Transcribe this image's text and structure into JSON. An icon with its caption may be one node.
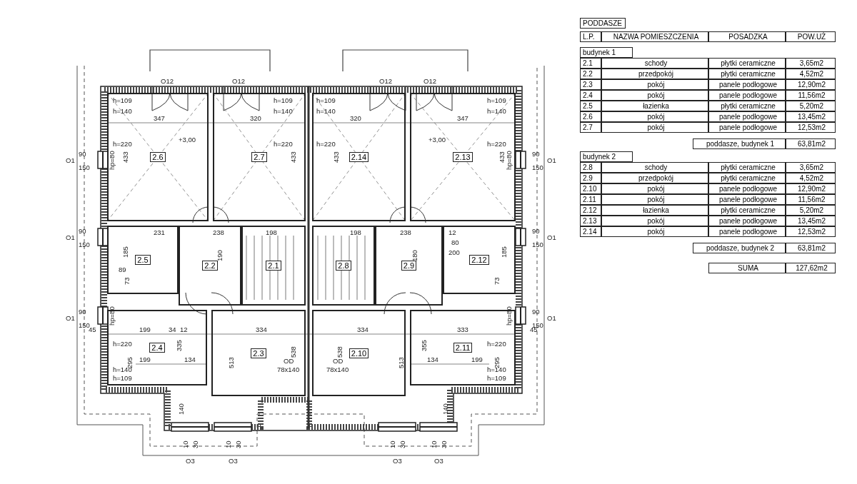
{
  "diagram": {
    "nodes": [
      {
        "text": [
          "2.6"
        ]
      },
      {
        "text": [
          "2.7"
        ]
      },
      {
        "text": [
          "2.14"
        ]
      },
      {
        "text": [
          "2.13"
        ]
      },
      {
        "text": [
          "2.5"
        ]
      },
      {
        "text": [
          "2.2"
        ]
      },
      {
        "text": [
          "2.1"
        ]
      },
      {
        "text": [
          "2.8"
        ]
      },
      {
        "text": [
          "2.9"
        ]
      },
      {
        "text": [
          "2.12"
        ]
      },
      {
        "text": [
          "2.4"
        ]
      },
      {
        "text": [
          "2.3"
        ]
      },
      {
        "text": [
          "2.10"
        ]
      },
      {
        "text": [
          "2.11"
        ]
      }
    ],
    "edges": [],
    "labels": [
      "O12",
      "O12",
      "O12",
      "O12",
      "h=109",
      "h=140",
      "347",
      "h=220",
      "+3,00",
      "433",
      "h=109",
      "h=140",
      "320",
      "h=220",
      "433",
      "h=109",
      "h=140",
      "320",
      "h=220",
      "433",
      "h=109",
      "h=140",
      "347",
      "+3,00",
      "h=220",
      "433",
      "O1",
      "90",
      "150",
      "hp=80",
      "O1",
      "90",
      "150",
      "hp=80",
      "O1",
      "90",
      "150",
      "O1",
      "90",
      "150",
      "231",
      "238",
      "198",
      "185",
      "190",
      "89",
      "73",
      "198",
      "238",
      "180",
      "12",
      "80",
      "200",
      "185",
      "73",
      "O1",
      "90",
      "150",
      "hp=80",
      "O1",
      "90",
      "150",
      "hp=80",
      "45",
      "199",
      "34",
      "12",
      "334",
      "334",
      "333",
      "45",
      "h=220",
      "h=220",
      "335",
      "513",
      "538",
      "538",
      "513",
      "355",
      "295",
      "295",
      "199",
      "134",
      "134",
      "199",
      "h=140",
      "h=140",
      "h=109",
      "h=109",
      "OD",
      "78x140",
      "OD",
      "78x140",
      "140",
      "140",
      "10",
      "30",
      "O3",
      "10",
      "30",
      "O3",
      "10",
      "30",
      "O3",
      "10",
      "30",
      "O3",
      "PODDASZE",
      "L.P.",
      "NAZWA POMIESZCZENIA",
      "POSADZKA",
      "POW.UŻ",
      "budynek 1",
      "2.1",
      "schody",
      "płytki ceramiczne",
      "3,65m2",
      "2.2",
      "przedpokój",
      "płytki ceramiczne",
      "4,52m2",
      "2.3",
      "pokój",
      "panele podłogowe",
      "12,90m2",
      "2.4",
      "pokój",
      "panele podłogowe",
      "11,56m2",
      "2.5",
      "łazienka",
      "płytki ceramiczne",
      "5,20m2",
      "2.6",
      "pokój",
      "panele podłogowe",
      "13,45m2",
      "2.7",
      "pokój",
      "panele podłogowe",
      "12,53m2",
      "poddasze, budynek 1",
      "63,81m2",
      "budynek 2",
      "2.8",
      "schody",
      "płytki ceramiczne",
      "3,65m2",
      "2.9",
      "przedpokój",
      "płytki ceramiczne",
      "4,52m2",
      "2.10",
      "pokój",
      "panele podłogowe",
      "12,90m2",
      "2.11",
      "pokój",
      "panele podłogowe",
      "11,56m2",
      "2.12",
      "łazienka",
      "płytki ceramiczne",
      "5,20m2",
      "2.13",
      "pokój",
      "panele podłogowe",
      "13,45m2",
      "2.14",
      "pokój",
      "panele podłogowe",
      "12,53m2",
      "poddasze, budynek 2",
      "63,81m2",
      "SUMA",
      "127,62m2"
    ]
  }
}
